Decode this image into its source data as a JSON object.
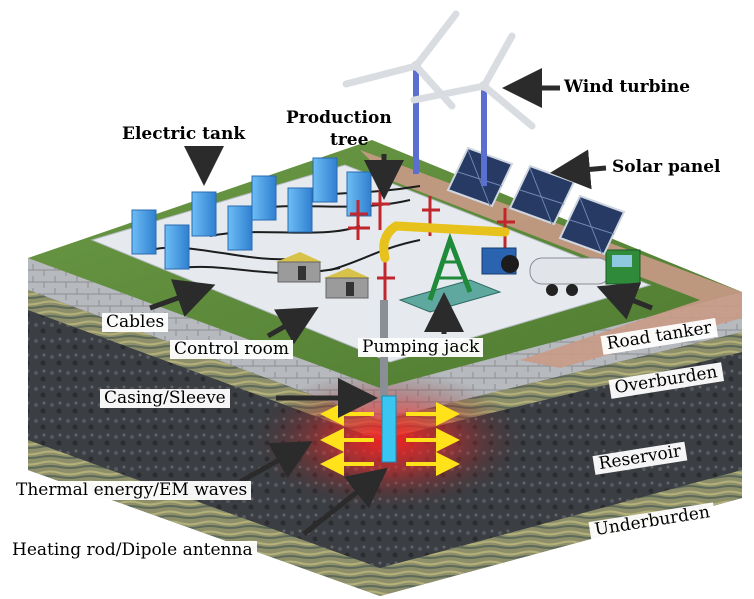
{
  "labels": {
    "wind_turbine": "Wind turbine",
    "electric_tank": "Electric tank",
    "production_tree_line1": "Production",
    "production_tree_line2": "tree",
    "solar_panel": "Solar panel",
    "cables": "Cables",
    "control_room": "Control room",
    "pumping_jack": "Pumping jack",
    "road_tanker": "Road tanker",
    "overburden": "Overburden",
    "casing_sleeve": "Casing/Sleeve",
    "reservoir": "Reservoir",
    "thermal_energy": "Thermal energy/EM waves",
    "underburden": "Underburden",
    "heating_rod": "Heating rod/Dipole antenna"
  },
  "colors": {
    "grass": "#5f8a3a",
    "pad": "#e6eaef",
    "road": "#c99a86",
    "stone": "#b9bcc0",
    "reservoir": "#3a3d42",
    "heat": "#ff2a2a",
    "arrow_yellow": "#ffe21a",
    "tank_blue": "#4aa3ea",
    "jack_yellow": "#e8c21c",
    "tanker_green": "#2f8a3a"
  }
}
